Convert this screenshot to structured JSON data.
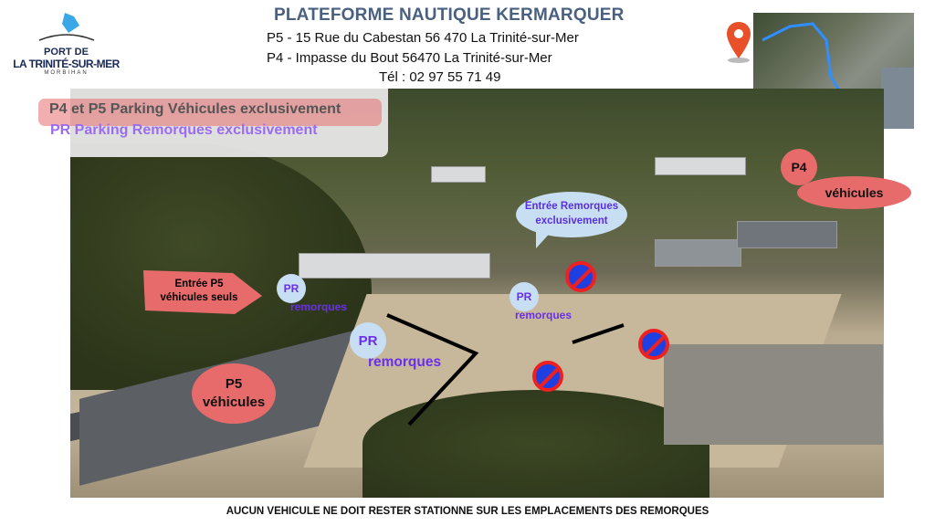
{
  "logo": {
    "line1": "PORT DE",
    "line2": "LA TRINITÉ-SUR-MER",
    "line3": "MORBIHAN"
  },
  "header": {
    "title": "PLATEFORME NAUTIQUE KERMARQUER",
    "address_p5": "P5 - 15 Rue du Cabestan  56 470 La Trinité-sur-Mer",
    "address_p4": "P4 - Impasse du Bout 56470 La Trinité-sur-Mer",
    "phone": "Tél : 02 97 55 71 49"
  },
  "legend": {
    "vehicles": "P4 et P5 Parking Véhicules exclusivement",
    "trailers": "PR Parking Remorques exclusivement"
  },
  "labels": {
    "p4_code": "P4",
    "p4_text": "véhicules",
    "p5_code": "P5",
    "p5_text": "véhicules",
    "entry_p5": "Entrée P5 véhicules seuls",
    "entry_trailers": "Entrée Remorques exclusivement",
    "pr_code": "PR",
    "pr_text": "remorques"
  },
  "icons": {
    "location": "map-pin-icon",
    "no_parking": "no-parking-icon"
  },
  "colors": {
    "vehicle": "#e86b6b",
    "trailer": "#6a2fe8",
    "trailer_bg": "#c8def2"
  },
  "footer": "AUCUN VEHICULE NE DOIT RESTER STATIONNE SUR LES EMPLACEMENTS DES REMORQUES"
}
